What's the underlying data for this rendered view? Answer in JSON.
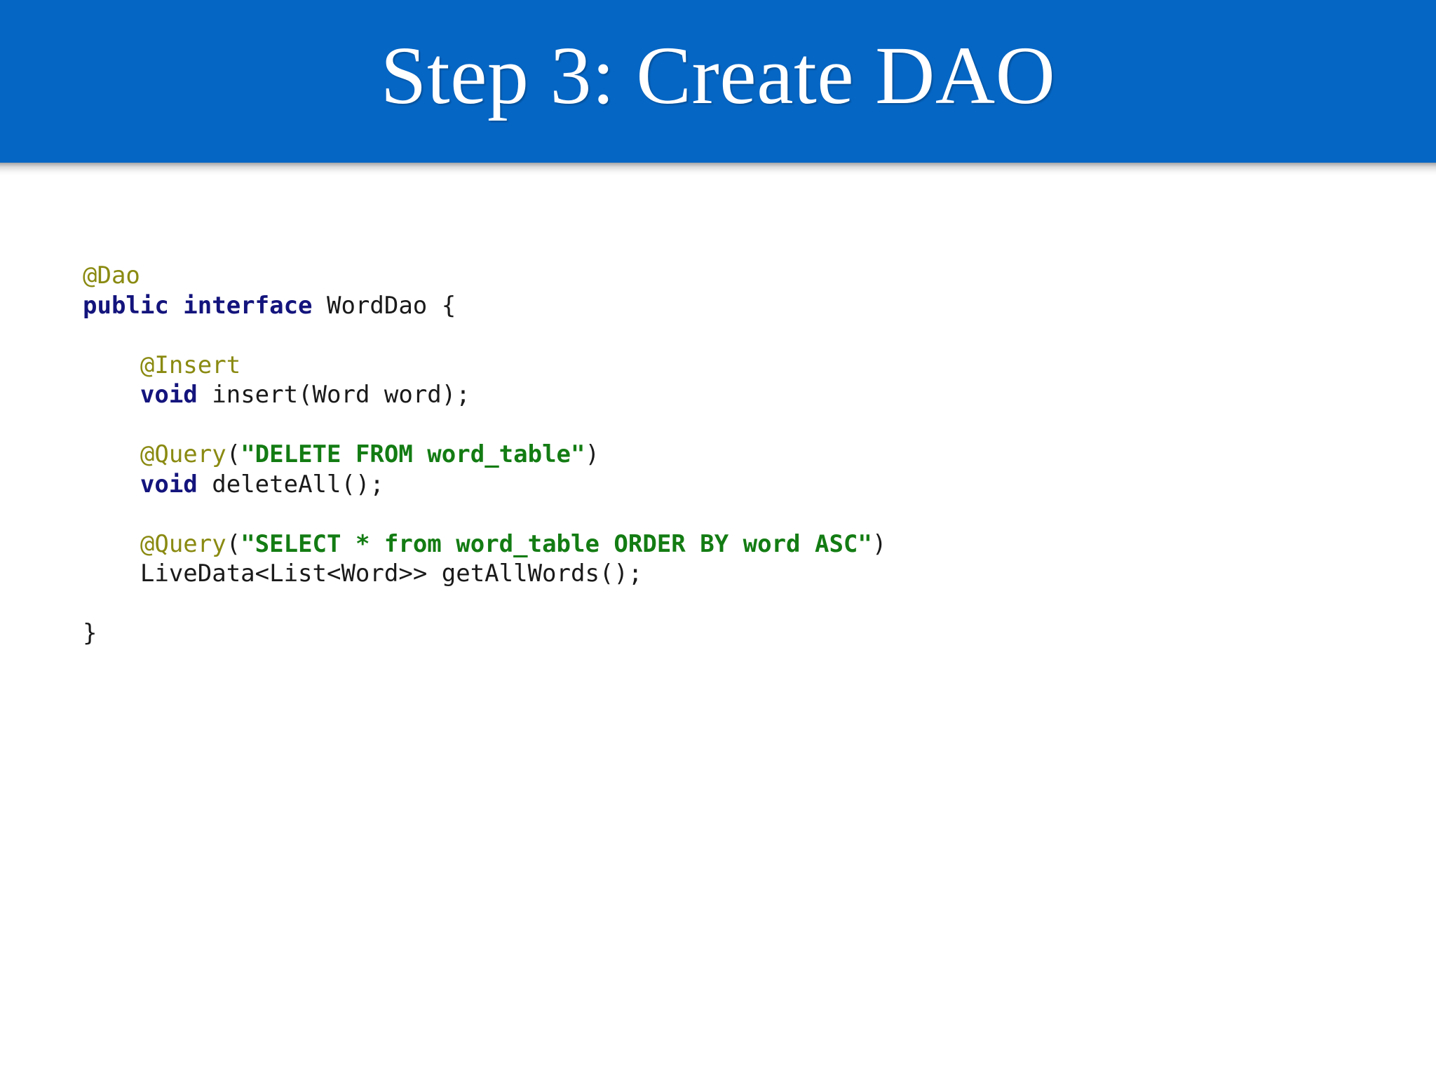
{
  "header": {
    "title": "Step 3: Create DAO",
    "background_color": "#0666C4",
    "title_color": "#FFFFFF"
  },
  "theme": {
    "page_background": "#FFFFFF",
    "annotation_color": "#8A8A12",
    "keyword_color": "#14147D",
    "string_color": "#137C13",
    "plain_color": "#1A1A1A"
  },
  "code": {
    "language": "java",
    "lines": [
      {
        "indent": "",
        "tokens": [
          {
            "type": "annotation",
            "text": "@Dao"
          }
        ]
      },
      {
        "indent": "",
        "tokens": [
          {
            "type": "keyword",
            "text": "public interface"
          },
          {
            "type": "plain",
            "text": " WordDao {"
          }
        ]
      },
      {
        "indent": "",
        "tokens": []
      },
      {
        "indent": "    ",
        "tokens": [
          {
            "type": "annotation",
            "text": "@Insert"
          }
        ]
      },
      {
        "indent": "    ",
        "tokens": [
          {
            "type": "keyword",
            "text": "void"
          },
          {
            "type": "plain",
            "text": " insert(Word word);"
          }
        ]
      },
      {
        "indent": "",
        "tokens": []
      },
      {
        "indent": "    ",
        "tokens": [
          {
            "type": "annotation",
            "text": "@Query"
          },
          {
            "type": "plain",
            "text": "("
          },
          {
            "type": "string",
            "text": "\"DELETE FROM word_table\""
          },
          {
            "type": "plain",
            "text": ")"
          }
        ]
      },
      {
        "indent": "    ",
        "tokens": [
          {
            "type": "keyword",
            "text": "void"
          },
          {
            "type": "plain",
            "text": " deleteAll();"
          }
        ]
      },
      {
        "indent": "",
        "tokens": []
      },
      {
        "indent": "    ",
        "tokens": [
          {
            "type": "annotation",
            "text": "@Query"
          },
          {
            "type": "plain",
            "text": "("
          },
          {
            "type": "string",
            "text": "\"SELECT * from word_table ORDER BY word ASC\""
          },
          {
            "type": "plain",
            "text": ")"
          }
        ]
      },
      {
        "indent": "    ",
        "tokens": [
          {
            "type": "plain",
            "text": "LiveData<List<Word>> getAllWords();"
          }
        ]
      },
      {
        "indent": "",
        "tokens": []
      },
      {
        "indent": "",
        "tokens": [
          {
            "type": "plain",
            "text": "}"
          }
        ]
      }
    ]
  }
}
